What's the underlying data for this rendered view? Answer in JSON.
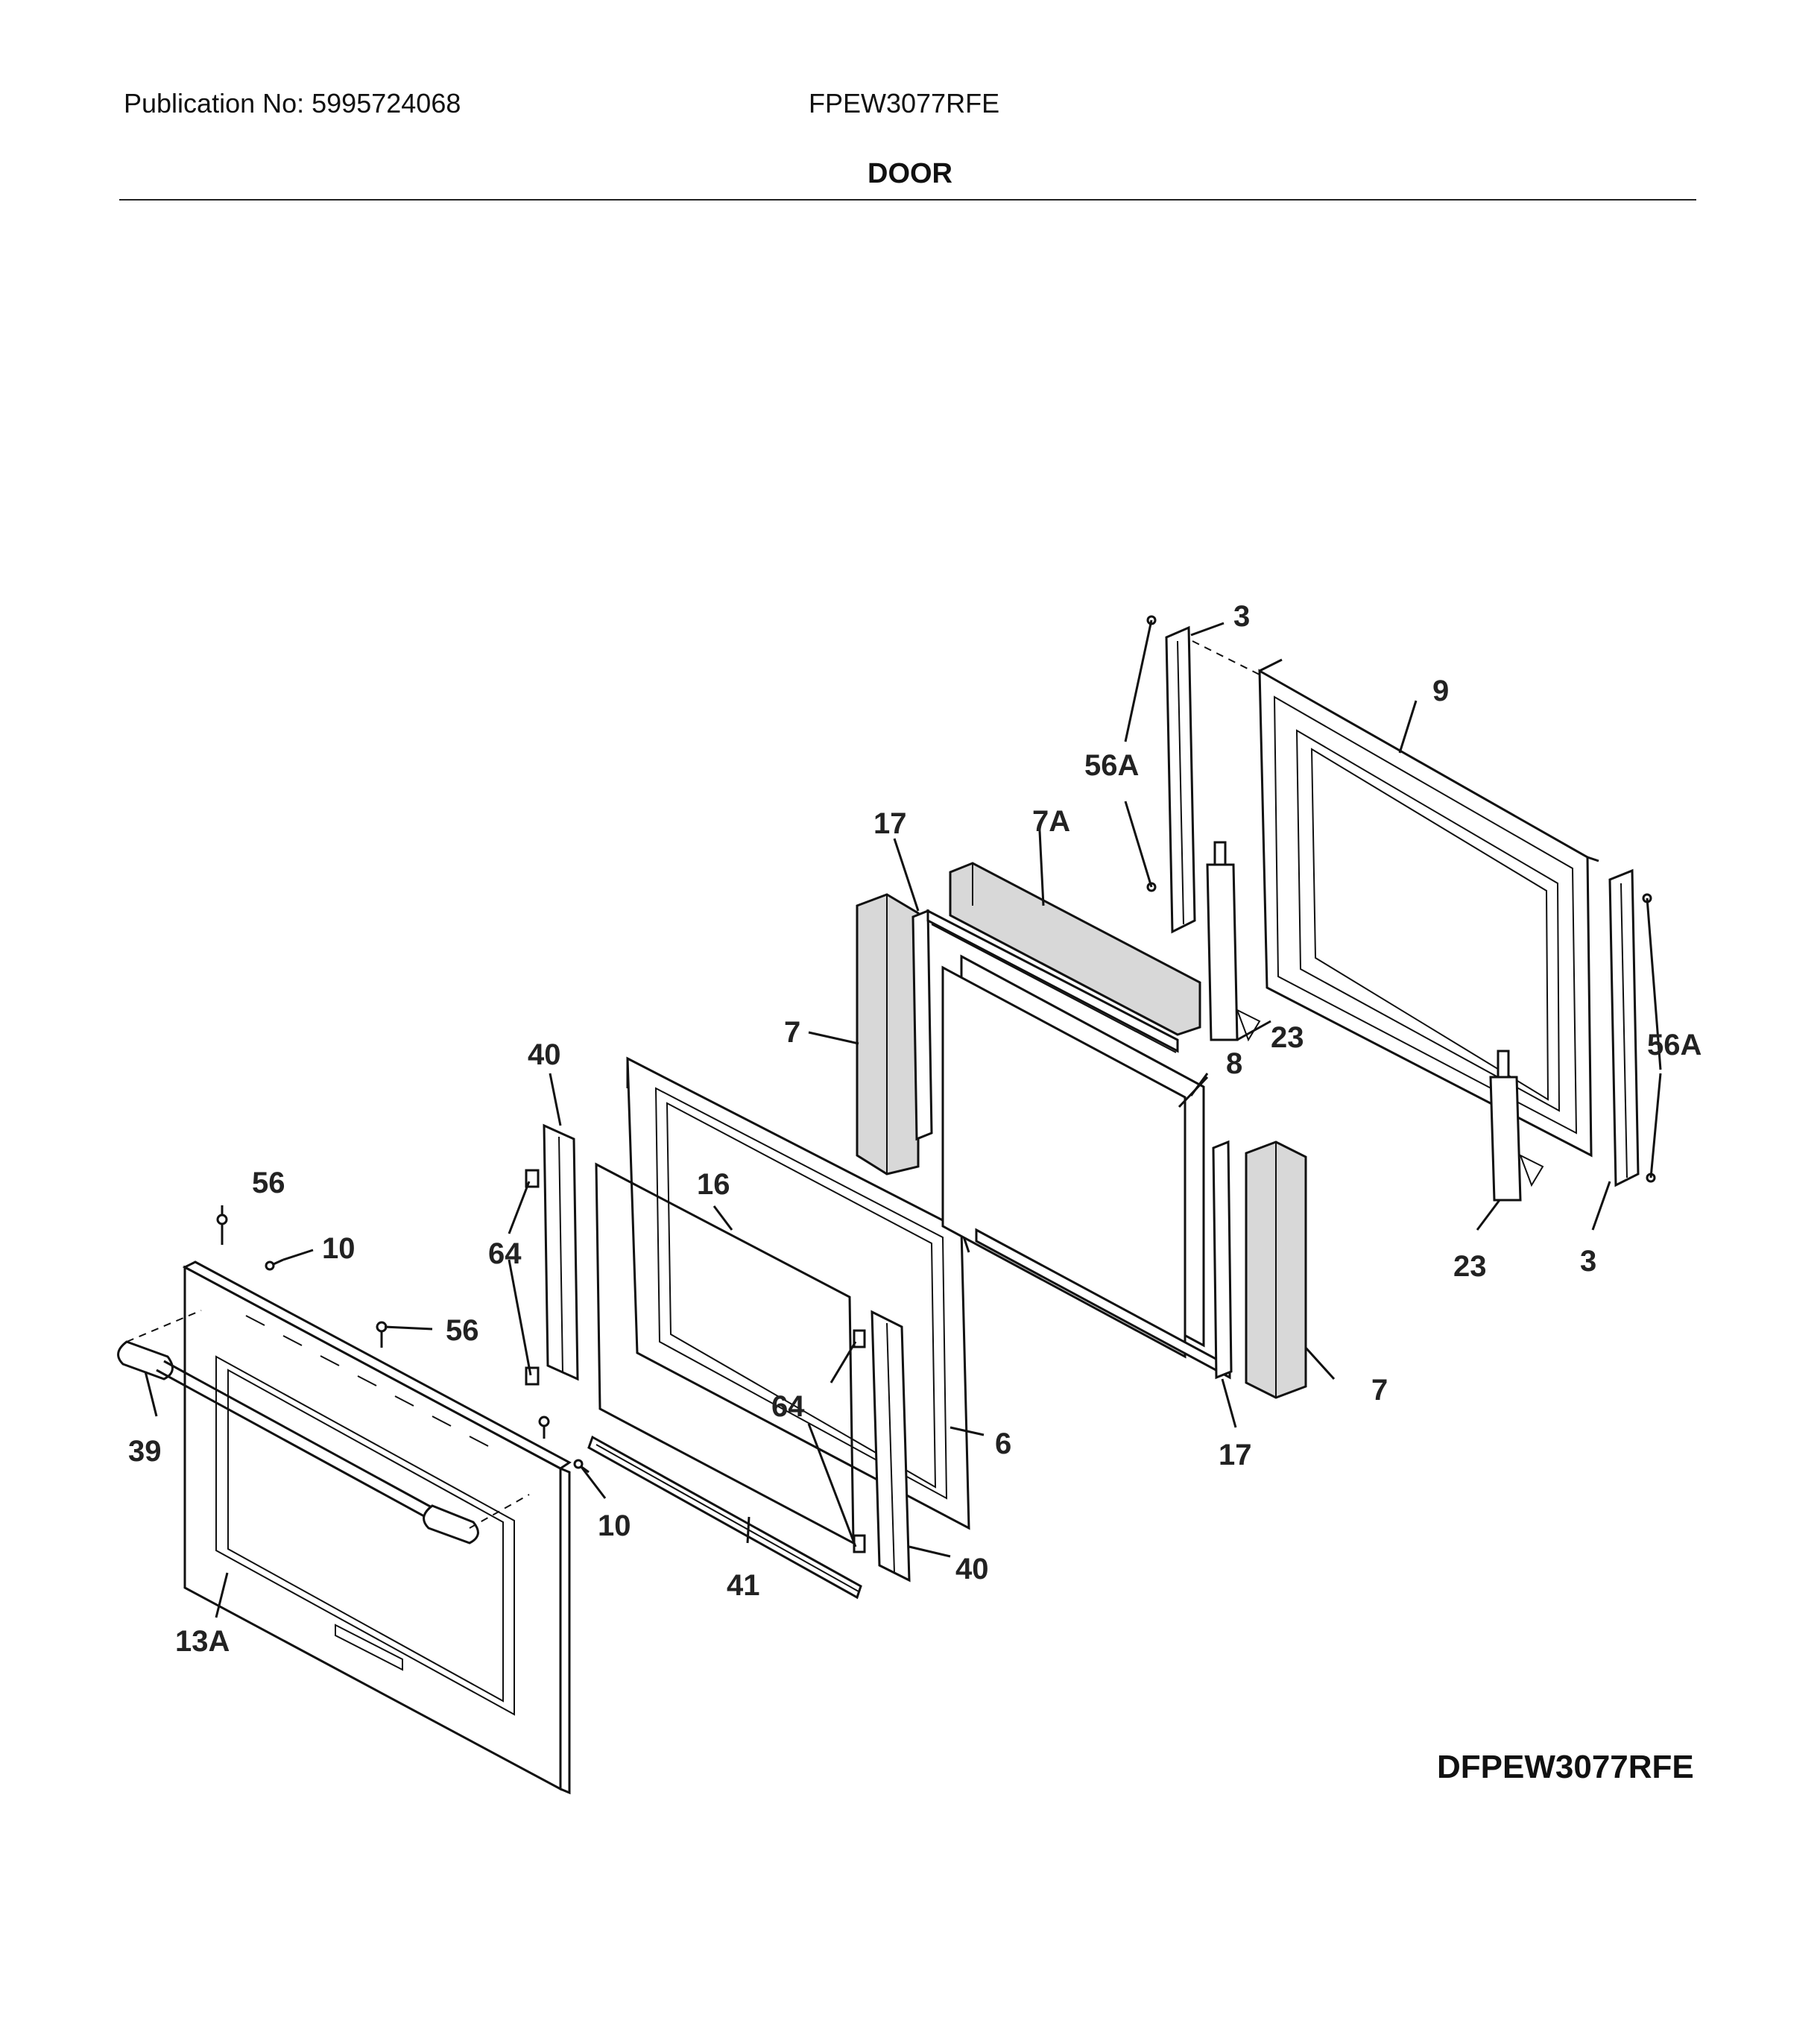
{
  "header": {
    "publication": "Publication No: 5995724068",
    "model": "FPEW3077RFE",
    "section_title": "DOOR"
  },
  "diagram_id": "DFPEW3077RFE",
  "callouts": [
    {
      "key": "c_3_top",
      "text": "3"
    },
    {
      "key": "c_9",
      "text": "9"
    },
    {
      "key": "c_56A_top",
      "text": "56A"
    },
    {
      "key": "c_17_top",
      "text": "17"
    },
    {
      "key": "c_7A",
      "text": "7A"
    },
    {
      "key": "c_7_left",
      "text": "7"
    },
    {
      "key": "c_23_top",
      "text": "23"
    },
    {
      "key": "c_56A_right",
      "text": "56A"
    },
    {
      "key": "c_40_top",
      "text": "40"
    },
    {
      "key": "c_8",
      "text": "8"
    },
    {
      "key": "c_56_top",
      "text": "56"
    },
    {
      "key": "c_16",
      "text": "16"
    },
    {
      "key": "c_10_top",
      "text": "10"
    },
    {
      "key": "c_64_left",
      "text": "64"
    },
    {
      "key": "c_23_bottom",
      "text": "23"
    },
    {
      "key": "c_3_bottom",
      "text": "3"
    },
    {
      "key": "c_56_mid",
      "text": "56"
    },
    {
      "key": "c_7_right",
      "text": "7"
    },
    {
      "key": "c_64_mid",
      "text": "64"
    },
    {
      "key": "c_6",
      "text": "6"
    },
    {
      "key": "c_39",
      "text": "39"
    },
    {
      "key": "c_17_bottom",
      "text": "17"
    },
    {
      "key": "c_10_bottom",
      "text": "10"
    },
    {
      "key": "c_40_bottom",
      "text": "40"
    },
    {
      "key": "c_41",
      "text": "41"
    },
    {
      "key": "c_13A",
      "text": "13A"
    }
  ]
}
